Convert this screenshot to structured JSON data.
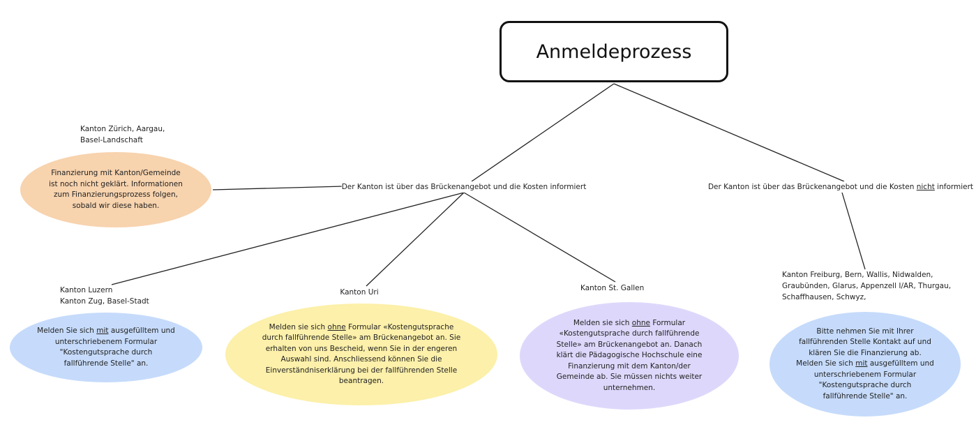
{
  "title": "Anmeldeprozess",
  "branches": {
    "informed": "Der Kanton ist über das Brückenangebot und die Kosten informiert",
    "not_informed": {
      "pre": "Der Kanton ist über das Brückenangebot und die Kosten ",
      "u": "nicht",
      "post": " informiert"
    }
  },
  "cantons": {
    "zuerich": [
      "Kanton Zürich, Aargau,",
      "Basel-Landschaft"
    ],
    "luzern": [
      "Kanton Luzern",
      "Kanton Zug, Basel-Stadt"
    ],
    "uri": [
      "Kanton Uri"
    ],
    "stgallen": [
      "Kanton St. Gallen"
    ],
    "others": [
      "Kanton Freiburg, Bern, Wallis, Nidwalden,",
      "Graubünden, Glarus, Appenzell I/AR, Thurgau,",
      "Schaffhausen, Schwyz,"
    ]
  },
  "bubbles": {
    "zuerich": {
      "color": "#f7d3ae",
      "lines": [
        {
          "t": "Finanzierung mit Kanton/Gemeinde"
        },
        {
          "t": "ist noch nicht geklärt. Informationen"
        },
        {
          "t": "zum Finanzierungsprozess folgen,"
        },
        {
          "t": "sobald wir diese haben."
        }
      ]
    },
    "luzern": {
      "color": "#c6dbfb",
      "lines": [
        {
          "pre": "Melden Sie sich ",
          "u": "mit",
          "post": " ausgefülltem und"
        },
        {
          "t": "unterschriebenem Formular"
        },
        {
          "t": "\"Kostengutsprache durch"
        },
        {
          "t": "fallführende Stelle\" an."
        }
      ]
    },
    "uri": {
      "color": "#fcf0aa",
      "lines": [
        {
          "pre": "Melden sie sich ",
          "u": "ohne",
          "post": " Formular «Kostengutsprache"
        },
        {
          "t": "durch fallführende Stelle» am Brückenangebot an. Sie"
        },
        {
          "t": "erhalten von uns Bescheid, wenn Sie in der engeren"
        },
        {
          "t": "Auswahl sind. Anschliessend können Sie die"
        },
        {
          "t": "Einverständniserklärung bei der fallführenden Stelle"
        },
        {
          "t": "beantragen."
        }
      ]
    },
    "stgallen": {
      "color": "#ddd8fb",
      "lines": [
        {
          "pre": "Melden sie sich ",
          "u": "ohne",
          "post": " Formular"
        },
        {
          "t": "«Kostengutsprache durch fallführende"
        },
        {
          "t": "Stelle» am Brückenangebot an. Danach"
        },
        {
          "t": "klärt die Pädagogische Hochschule eine"
        },
        {
          "t": "Finanzierung mit dem Kanton/der"
        },
        {
          "t": "Gemeinde ab. Sie müssen nichts weiter"
        },
        {
          "t": "unternehmen."
        }
      ]
    },
    "others": {
      "color": "#c6dbfb",
      "lines": [
        {
          "t": "Bitte nehmen Sie mit Ihrer"
        },
        {
          "t": "fallführenden Stelle Kontakt auf und"
        },
        {
          "t": "klären Sie die Finanzierung ab."
        },
        {
          "pre": "Melden Sie sich ",
          "u": "mit",
          "post": " ausgefülltem und"
        },
        {
          "t": "unterschriebenem Formular"
        },
        {
          "t": "\"Kostengutsprache durch"
        },
        {
          "t": "fallführende Stelle\" an."
        }
      ]
    }
  }
}
